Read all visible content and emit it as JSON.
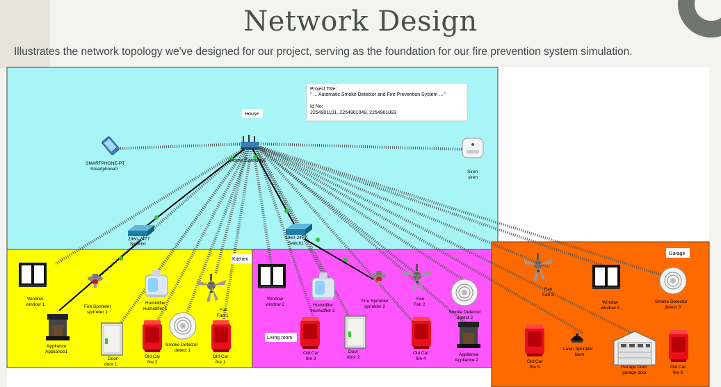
{
  "header": {
    "title": "Network Design",
    "subtitle": "Illustrates the network topology we've designed for our project, serving as the foundation for our fire prevention system simulation."
  },
  "project_info": {
    "label": "Project Title:",
    "title": "\" ... Automatic Smoke Detector and Fire Prevention System ... \"",
    "id_label": "Id No:",
    "ids": "2254901101, 2254901049, 2254901093"
  },
  "zones": {
    "house": "House",
    "kitchen": "Kitchen",
    "living_room": "Living room",
    "garage": "Garage"
  },
  "devices": {
    "gateway": {
      "label": "Home Gateway0"
    },
    "smartphone": {
      "type": "SMARTPHONE-PT",
      "name": "Smartphone0"
    },
    "siren": {
      "type": "Siren",
      "name": "siren"
    },
    "switch0": {
      "type": "2960-24TT",
      "name": "Switch0"
    },
    "switch1": {
      "type": "2960-24TT",
      "name": "Switch1"
    },
    "window1": {
      "type": "Window",
      "name": "window 1"
    },
    "sprinkler1": {
      "type": "Fire Sprinkler",
      "name": "sprinkler 1"
    },
    "humidifier1": {
      "type": "Humidifier",
      "name": "Humidifier 1"
    },
    "fan1": {
      "type": "Fan",
      "name": "Fan 1"
    },
    "appliance1": {
      "type": "Appliance",
      "name": "Appliance1"
    },
    "door1": {
      "type": "Door",
      "name": "door 1"
    },
    "fire2": {
      "type": "Old Car",
      "name": "fire 2"
    },
    "detector1": {
      "type": "Smoke Detector",
      "name": "detect 1"
    },
    "fire1": {
      "type": "Old Car",
      "name": "fire 1"
    },
    "window2": {
      "type": "Window",
      "name": "window 2"
    },
    "humidifier2": {
      "type": "Humidifier",
      "name": "Humidifier 2"
    },
    "sprinkler2": {
      "type": "Fire Sprinkler",
      "name": "sprinkler 2"
    },
    "fan2": {
      "type": "Fan",
      "name": "Fan 2"
    },
    "detector2": {
      "type": "Smoke Detector",
      "name": "detect 2"
    },
    "fire3": {
      "type": "Old Car",
      "name": "fire 3"
    },
    "door2": {
      "type": "Door",
      "name": "door 2"
    },
    "fire4": {
      "type": "Old Car",
      "name": "fire 4"
    },
    "appliance2": {
      "type": "Appliance",
      "name": "Appliance 2"
    },
    "fan3": {
      "type": "Fan",
      "name": "Fan 3"
    },
    "window3": {
      "type": "Window",
      "name": "window 3"
    },
    "detector3": {
      "type": "Smoke Detector",
      "name": "detect 3"
    },
    "fire5": {
      "type": "Old Car",
      "name": "fire 5"
    },
    "lawn": {
      "type": "Lawn Sprinkler",
      "name": "lawn"
    },
    "garagedoor": {
      "type": "Garage Door",
      "name": "garage door"
    },
    "fire6": {
      "type": "Old Car",
      "name": "fire 6"
    }
  },
  "colors": {
    "house": "#a8f5f8",
    "kitchen": "#ffff00",
    "living_room": "#ff55ff",
    "garage": "#ff6a00",
    "fire": "#e8101c",
    "wired_link": "#000000",
    "wireless_link": "#606060"
  }
}
